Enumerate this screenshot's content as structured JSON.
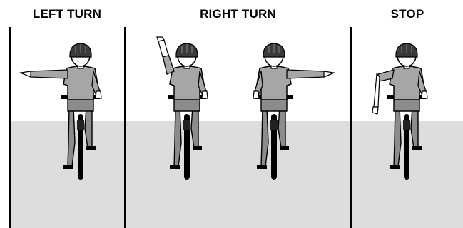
{
  "headings": {
    "left": "LEFT TURN",
    "right": "RIGHT TURN",
    "stop": "STOP"
  },
  "colors": {
    "ground": "#dddddd",
    "shirt": "#a6a6a6",
    "pants": "#8c8c8c",
    "helmet": "#3a3a3a",
    "skin": "#ffffff",
    "outline": "#000000"
  },
  "figures": [
    {
      "id": "left-turn",
      "arm": "left-horizontal"
    },
    {
      "id": "right-turn-raised",
      "arm": "left-raised"
    },
    {
      "id": "right-turn-extended",
      "arm": "right-horizontal"
    },
    {
      "id": "stop",
      "arm": "left-down"
    }
  ]
}
